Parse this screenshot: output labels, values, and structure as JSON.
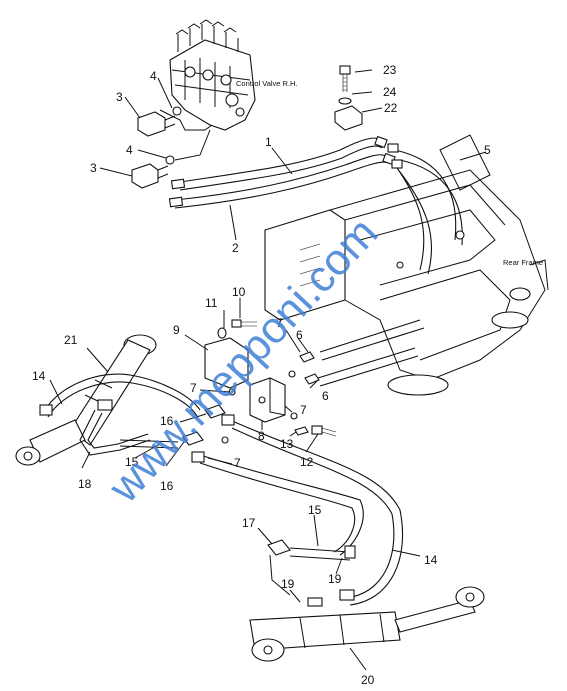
{
  "callouts": {
    "n1": "1",
    "n2": "2",
    "n3a": "3",
    "n3b": "3",
    "n4a": "4",
    "n4b": "4",
    "n5": "5",
    "n6a": "6",
    "n6b": "6",
    "n7a": "7",
    "n7b": "7",
    "n7c": "7",
    "n7d": "7",
    "n8": "8",
    "n9": "9",
    "n10": "10",
    "n11": "11",
    "n12": "12",
    "n13": "13",
    "n14a": "14",
    "n14b": "14",
    "n15a": "15",
    "n15b": "15",
    "n16a": "16",
    "n16b": "16",
    "n17": "17",
    "n18": "18",
    "n19a": "19",
    "n19b": "19",
    "n20": "20",
    "n21": "21",
    "n22": "22",
    "n23": "23",
    "n24": "24"
  },
  "labels": {
    "control_valve": "Control Valve R.H.",
    "rear_frame": "Rear Frame"
  },
  "watermark": "www.mepponi.com",
  "colors": {
    "line": "#111111",
    "watermark": "#3f7fd6",
    "background": "#ffffff"
  }
}
